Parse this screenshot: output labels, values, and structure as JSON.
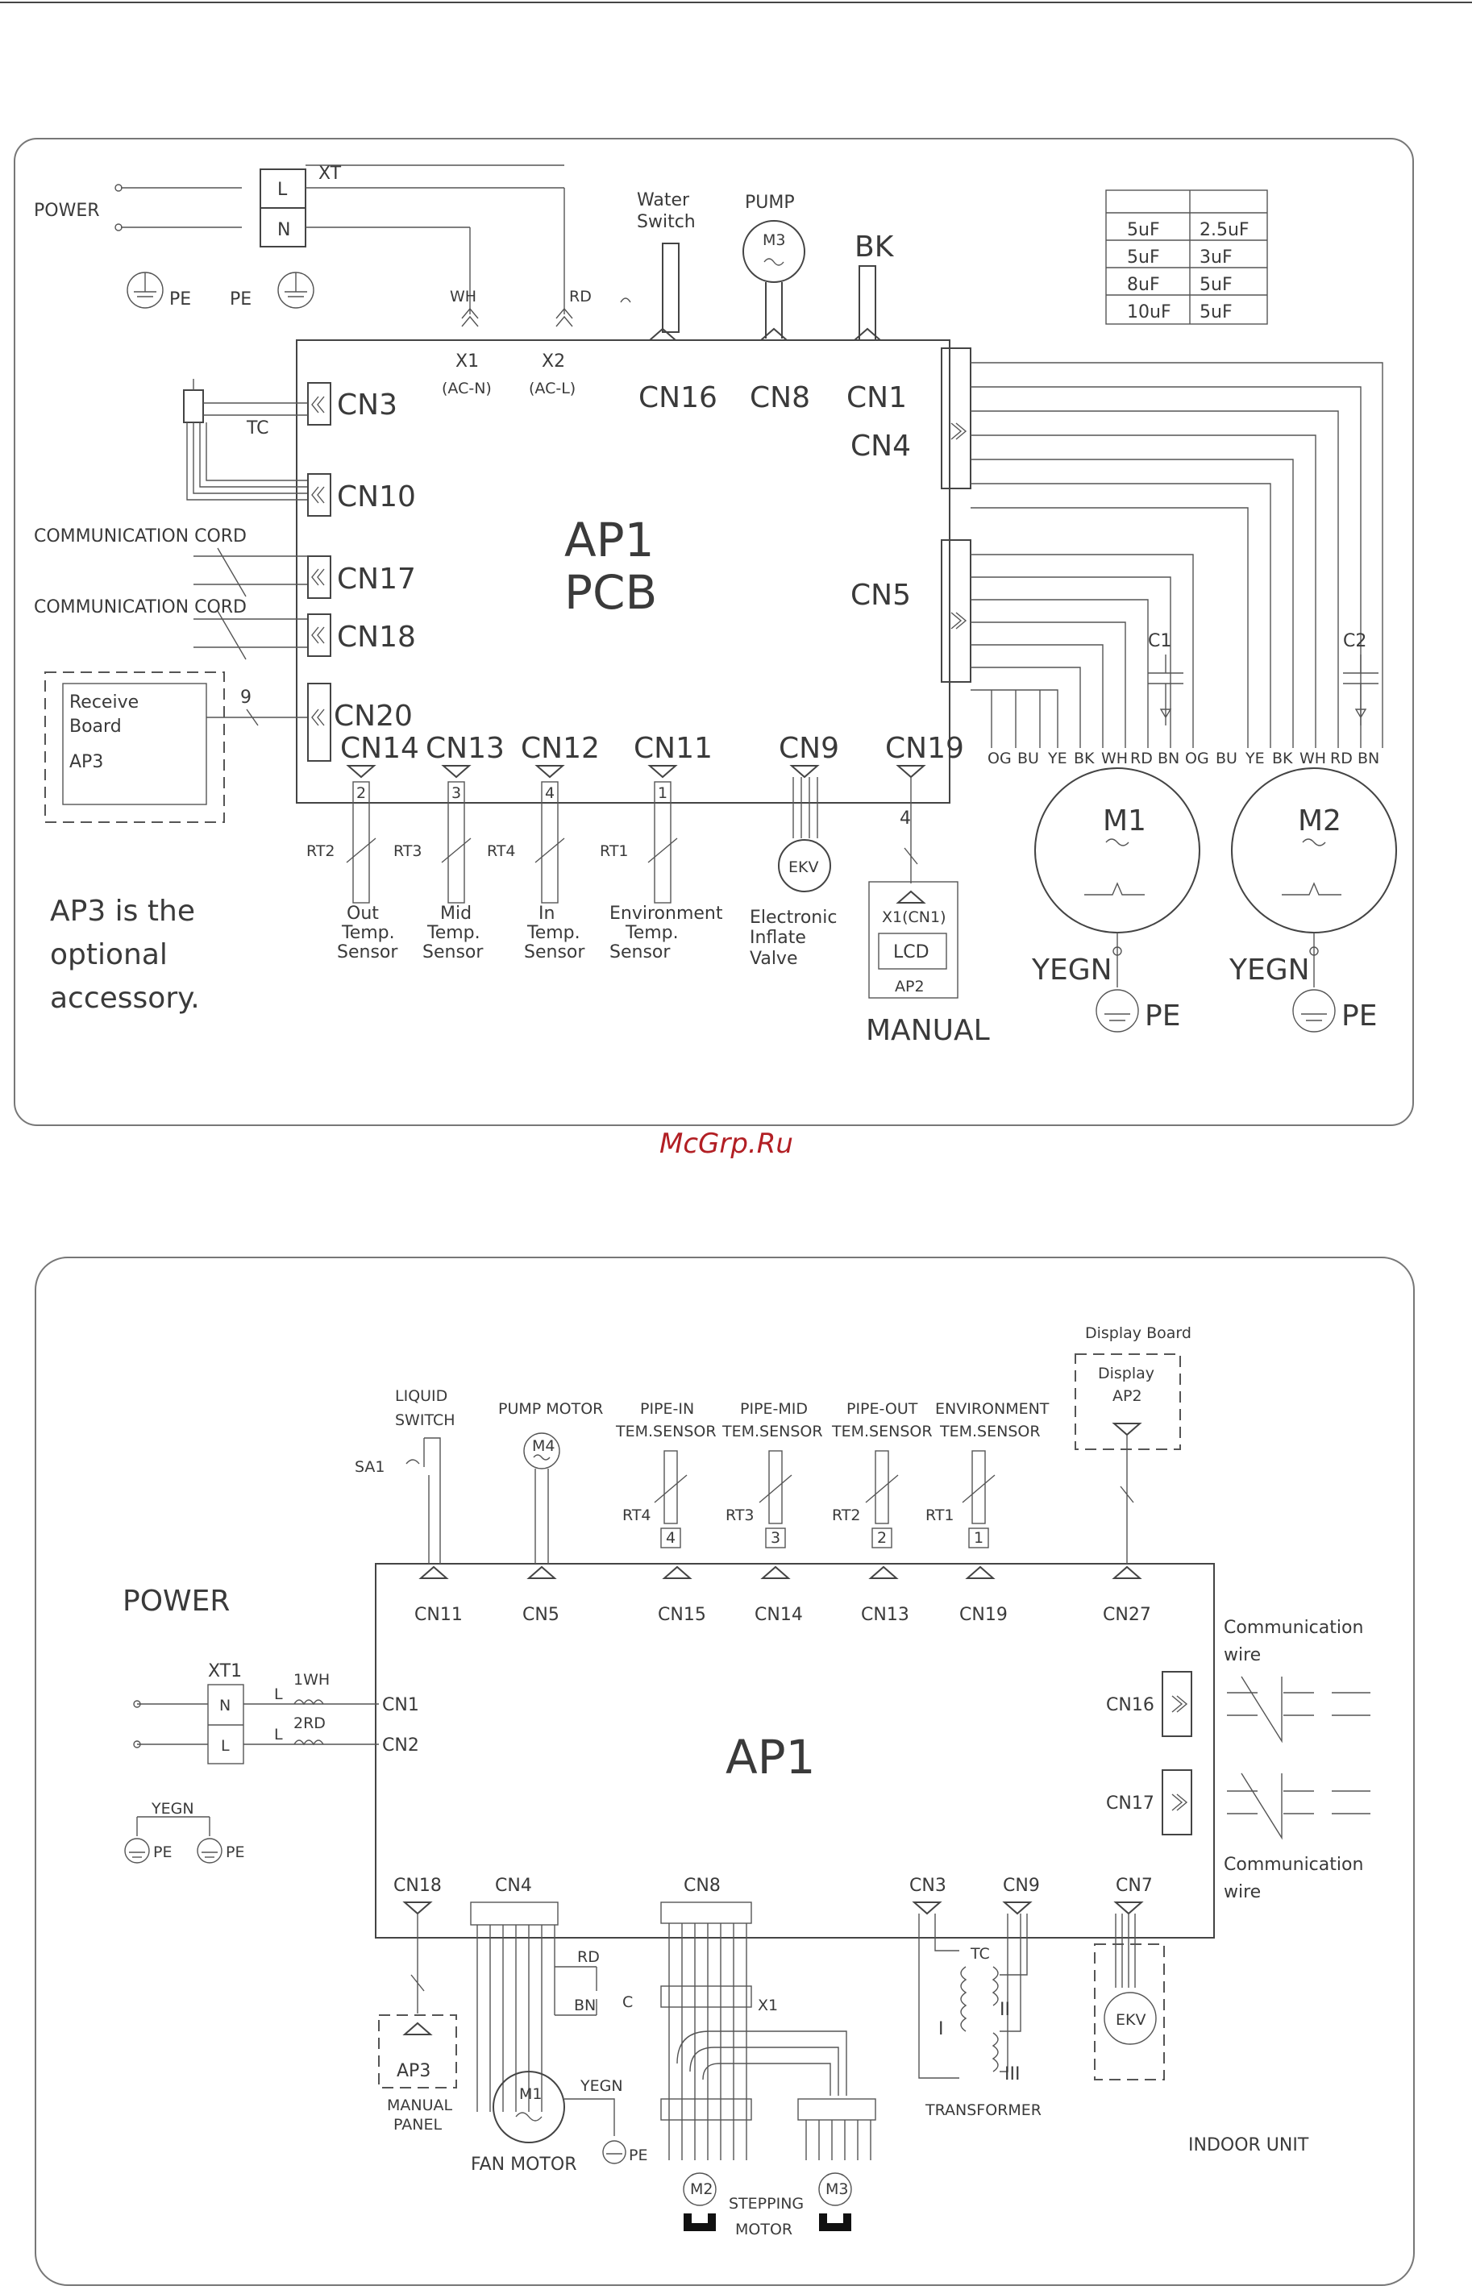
{
  "watermark": "McGrp.Ru",
  "outdoor": {
    "power": "POWER",
    "xt": "XT",
    "xt_l": "L",
    "xt_n": "N",
    "pe1": "PE",
    "pe2": "PE",
    "wh": "WH",
    "rd": "RD",
    "x1": "X1",
    "x1_sub": "(AC-N)",
    "x2": "X2",
    "x2_sub": "(AC-L)",
    "water_switch": [
      "Water",
      "Switch"
    ],
    "pump": "PUMP",
    "m3": "M3",
    "bk": "BK",
    "cn16": "CN16",
    "cn8": "CN8",
    "cn1": "CN1",
    "cn4": "CN4",
    "cn5": "CN5",
    "cn3": "CN3",
    "tc": "TC",
    "cn10": "CN10",
    "comm1": "COMMUNICATION CORD",
    "comm2": "COMMUNICATION CORD",
    "cn17": "CN17",
    "cn18": "CN18",
    "receive_board": [
      "Receive",
      "Board",
      "AP3"
    ],
    "nine": "9",
    "cn20": "CN20",
    "ap1": "AP1",
    "pcb": "PCB",
    "cap_table": [
      [
        "5uF",
        "2.5uF"
      ],
      [
        "5uF",
        "3uF"
      ],
      [
        "8uF",
        "5uF"
      ],
      [
        "10uF",
        "5uF"
      ]
    ],
    "c1": "C1",
    "c2": "C2",
    "wires": [
      "OG",
      "BU",
      "YE",
      "BK",
      "WH",
      "RD",
      "BN",
      "OG",
      "BU",
      "YE",
      "BK",
      "WH",
      "RD",
      "BN"
    ],
    "m1": "M1",
    "m2": "M2",
    "yegn1": "YEGN",
    "yegn2": "YEGN",
    "pe3": "PE",
    "pe4": "PE",
    "cn14": "CN14",
    "cn13": "CN13",
    "cn12": "CN12",
    "cn11": "CN11",
    "cn9": "CN9",
    "cn19": "CN19",
    "pin_numbers": [
      "2",
      "3",
      "4",
      "1"
    ],
    "rt2": "RT2",
    "rt3": "RT3",
    "rt4": "RT4",
    "rt1": "RT1",
    "sensor_out": [
      "Out",
      "Temp.",
      "Sensor"
    ],
    "sensor_mid": [
      "Mid",
      "Temp.",
      "Sensor"
    ],
    "sensor_in": [
      "In",
      "Temp.",
      "Sensor"
    ],
    "sensor_env": [
      "Environment",
      "Temp.",
      "Sensor"
    ],
    "ekv": "EKV",
    "ekv_label": [
      "Electronic",
      "Inflate",
      "Valve"
    ],
    "four": "4",
    "x1cn1": "X1(CN1)",
    "lcd": "LCD",
    "ap2": "AP2",
    "manual": "MANUAL",
    "note": [
      "AP3 is the",
      "optional",
      "accessory."
    ]
  },
  "indoor": {
    "power": "POWER",
    "xt1": "XT1",
    "n": "N",
    "l_box": "L",
    "l1": "L",
    "l2": "L",
    "wh1": "1WH",
    "rd2": "2RD",
    "cn1": "CN1",
    "cn2": "CN2",
    "yegn": "YEGN",
    "pe1": "PE",
    "pe2": "PE",
    "liquid_switch": [
      "LIQUID",
      "SWITCH"
    ],
    "sa1": "SA1",
    "pump_motor": "PUMP MOTOR",
    "m4": "M4",
    "sensors": [
      {
        "name": [
          "PIPE-IN",
          "TEM.SENSOR"
        ],
        "rt": "RT4",
        "pin": "4",
        "cn": "CN15"
      },
      {
        "name": [
          "PIPE-MID",
          "TEM.SENSOR"
        ],
        "rt": "RT3",
        "pin": "3",
        "cn": "CN14"
      },
      {
        "name": [
          "PIPE-OUT",
          "TEM.SENSOR"
        ],
        "rt": "RT2",
        "pin": "2",
        "cn": "CN13"
      },
      {
        "name": [
          "ENVIRONMENT",
          "TEM.SENSOR"
        ],
        "rt": "RT1",
        "pin": "1",
        "cn": "CN19"
      }
    ],
    "cn11": "CN11",
    "cn5": "CN5",
    "display_board": "Display Board",
    "display": "Display",
    "ap2": "AP2",
    "cn27": "CN27",
    "comm_top": [
      "Communication",
      "wire"
    ],
    "cn16": "CN16",
    "cn17": "CN17",
    "comm_bottom": [
      "Communication",
      "wire"
    ],
    "ap1": "AP1",
    "cn18": "CN18",
    "cn4": "CN4",
    "cn8": "CN8",
    "cn3": "CN3",
    "cn9": "CN9",
    "cn7": "CN7",
    "ap3": "AP3",
    "manual_panel": [
      "MANUAL",
      "PANEL"
    ],
    "m1": "M1",
    "fan_motor": "FAN MOTOR",
    "rd": "RD",
    "bn": "BN",
    "c": "C",
    "yegn2": "YEGN",
    "pe3": "PE",
    "x1": "X1",
    "m2": "M2",
    "m3": "M3",
    "stepping_motor": [
      "STEPPING",
      "MOTOR"
    ],
    "tc": "TC",
    "t_i": "I",
    "t_ii": "II",
    "t_iii": "III",
    "transformer": "TRANSFORMER",
    "ekv": "EKV",
    "indoor_unit": "INDOOR UNIT"
  }
}
